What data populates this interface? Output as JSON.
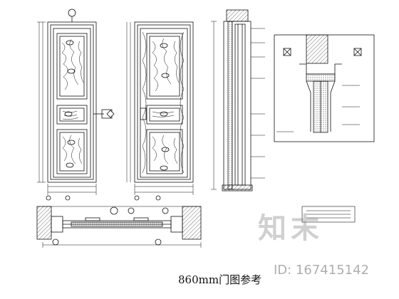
{
  "drawing": {
    "caption": "860mm门图参考",
    "views": [
      {
        "name": "front-elevation"
      },
      {
        "name": "back-elevation"
      },
      {
        "name": "section"
      },
      {
        "name": "detail"
      },
      {
        "name": "plan-section"
      }
    ]
  },
  "watermark": {
    "logo_text": "知末",
    "id_text": "ID: 167415142"
  },
  "colors": {
    "ink": "#111111",
    "watermark": "#8a8a8a"
  }
}
